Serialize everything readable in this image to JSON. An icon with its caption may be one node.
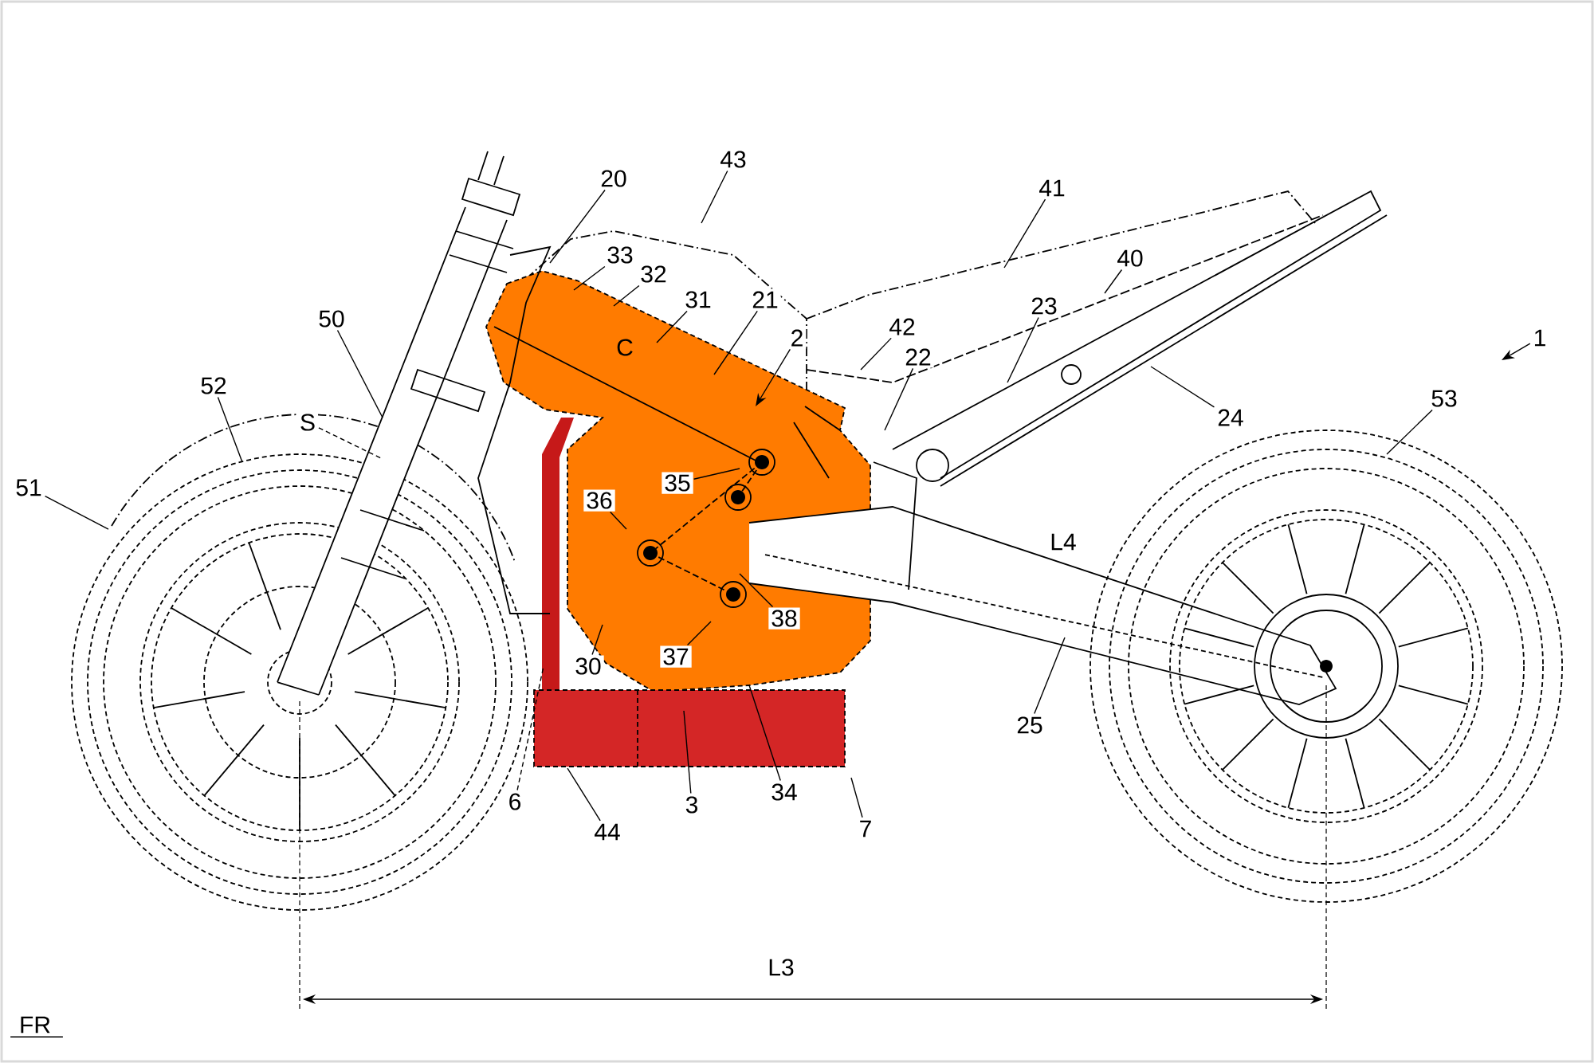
{
  "diagram": {
    "nodes": [
      {
        "text": [
          "1"
        ]
      },
      {
        "text": [
          "20"
        ]
      },
      {
        "text": [
          "43"
        ]
      },
      {
        "text": [
          "41"
        ]
      },
      {
        "text": [
          "40"
        ]
      },
      {
        "text": [
          "33"
        ]
      },
      {
        "text": [
          "32"
        ]
      },
      {
        "text": [
          "31"
        ]
      },
      {
        "text": [
          "21"
        ]
      },
      {
        "text": [
          "2"
        ]
      },
      {
        "text": [
          "42"
        ]
      },
      {
        "text": [
          "22"
        ]
      },
      {
        "text": [
          "23"
        ]
      },
      {
        "text": [
          "50"
        ]
      },
      {
        "text": [
          "52"
        ]
      },
      {
        "text": [
          "53"
        ]
      },
      {
        "text": [
          "24"
        ]
      },
      {
        "text": [
          "51"
        ]
      },
      {
        "text": [
          "S"
        ]
      },
      {
        "text": [
          "35"
        ]
      },
      {
        "text": [
          "36"
        ]
      },
      {
        "text": [
          "38"
        ]
      },
      {
        "text": [
          "37"
        ]
      },
      {
        "text": [
          "30"
        ]
      },
      {
        "text": [
          "25"
        ]
      },
      {
        "text": [
          "6"
        ]
      },
      {
        "text": [
          "3"
        ]
      },
      {
        "text": [
          "34"
        ]
      },
      {
        "text": [
          "44"
        ]
      },
      {
        "text": [
          "7"
        ]
      }
    ],
    "edges": [
      {
        "from": 0,
        "to": null,
        "arrow": "to"
      },
      {
        "from": 1,
        "to": null,
        "arrow": "none"
      },
      {
        "from": 2,
        "to": null,
        "arrow": "none"
      },
      {
        "from": 3,
        "to": null,
        "arrow": "none"
      },
      {
        "from": 4,
        "to": null,
        "arrow": "none"
      },
      {
        "from": 5,
        "to": null,
        "arrow": "none"
      },
      {
        "from": 6,
        "to": null,
        "arrow": "none"
      },
      {
        "from": 7,
        "to": null,
        "arrow": "none"
      },
      {
        "from": 8,
        "to": null,
        "arrow": "none"
      },
      {
        "from": 9,
        "to": null,
        "arrow": "to"
      },
      {
        "from": 10,
        "to": null,
        "arrow": "none"
      },
      {
        "from": 11,
        "to": null,
        "arrow": "none"
      },
      {
        "from": 12,
        "to": null,
        "arrow": "none"
      },
      {
        "from": 13,
        "to": null,
        "arrow": "none"
      },
      {
        "from": 14,
        "to": null,
        "arrow": "none"
      },
      {
        "from": 15,
        "to": null,
        "arrow": "none"
      },
      {
        "from": 16,
        "to": null,
        "arrow": "none"
      },
      {
        "from": 17,
        "to": null,
        "arrow": "none"
      },
      {
        "from": 18,
        "to": null,
        "arrow": "none",
        "style": "dashed"
      },
      {
        "from": 19,
        "to": null,
        "arrow": "none"
      },
      {
        "from": 20,
        "to": null,
        "arrow": "none"
      },
      {
        "from": 21,
        "to": null,
        "arrow": "none"
      },
      {
        "from": 22,
        "to": null,
        "arrow": "none"
      },
      {
        "from": 23,
        "to": null,
        "arrow": "none"
      },
      {
        "from": 24,
        "to": null,
        "arrow": "none"
      },
      {
        "from": 25,
        "to": null,
        "arrow": "none",
        "style": "dashed"
      },
      {
        "from": 26,
        "to": null,
        "arrow": "none"
      },
      {
        "from": 27,
        "to": null,
        "arrow": "none"
      },
      {
        "from": 28,
        "to": null,
        "arrow": "none"
      },
      {
        "from": 29,
        "to": null,
        "arrow": "none"
      }
    ],
    "labels": [
      "C",
      "L4",
      "L3",
      "FR"
    ]
  }
}
